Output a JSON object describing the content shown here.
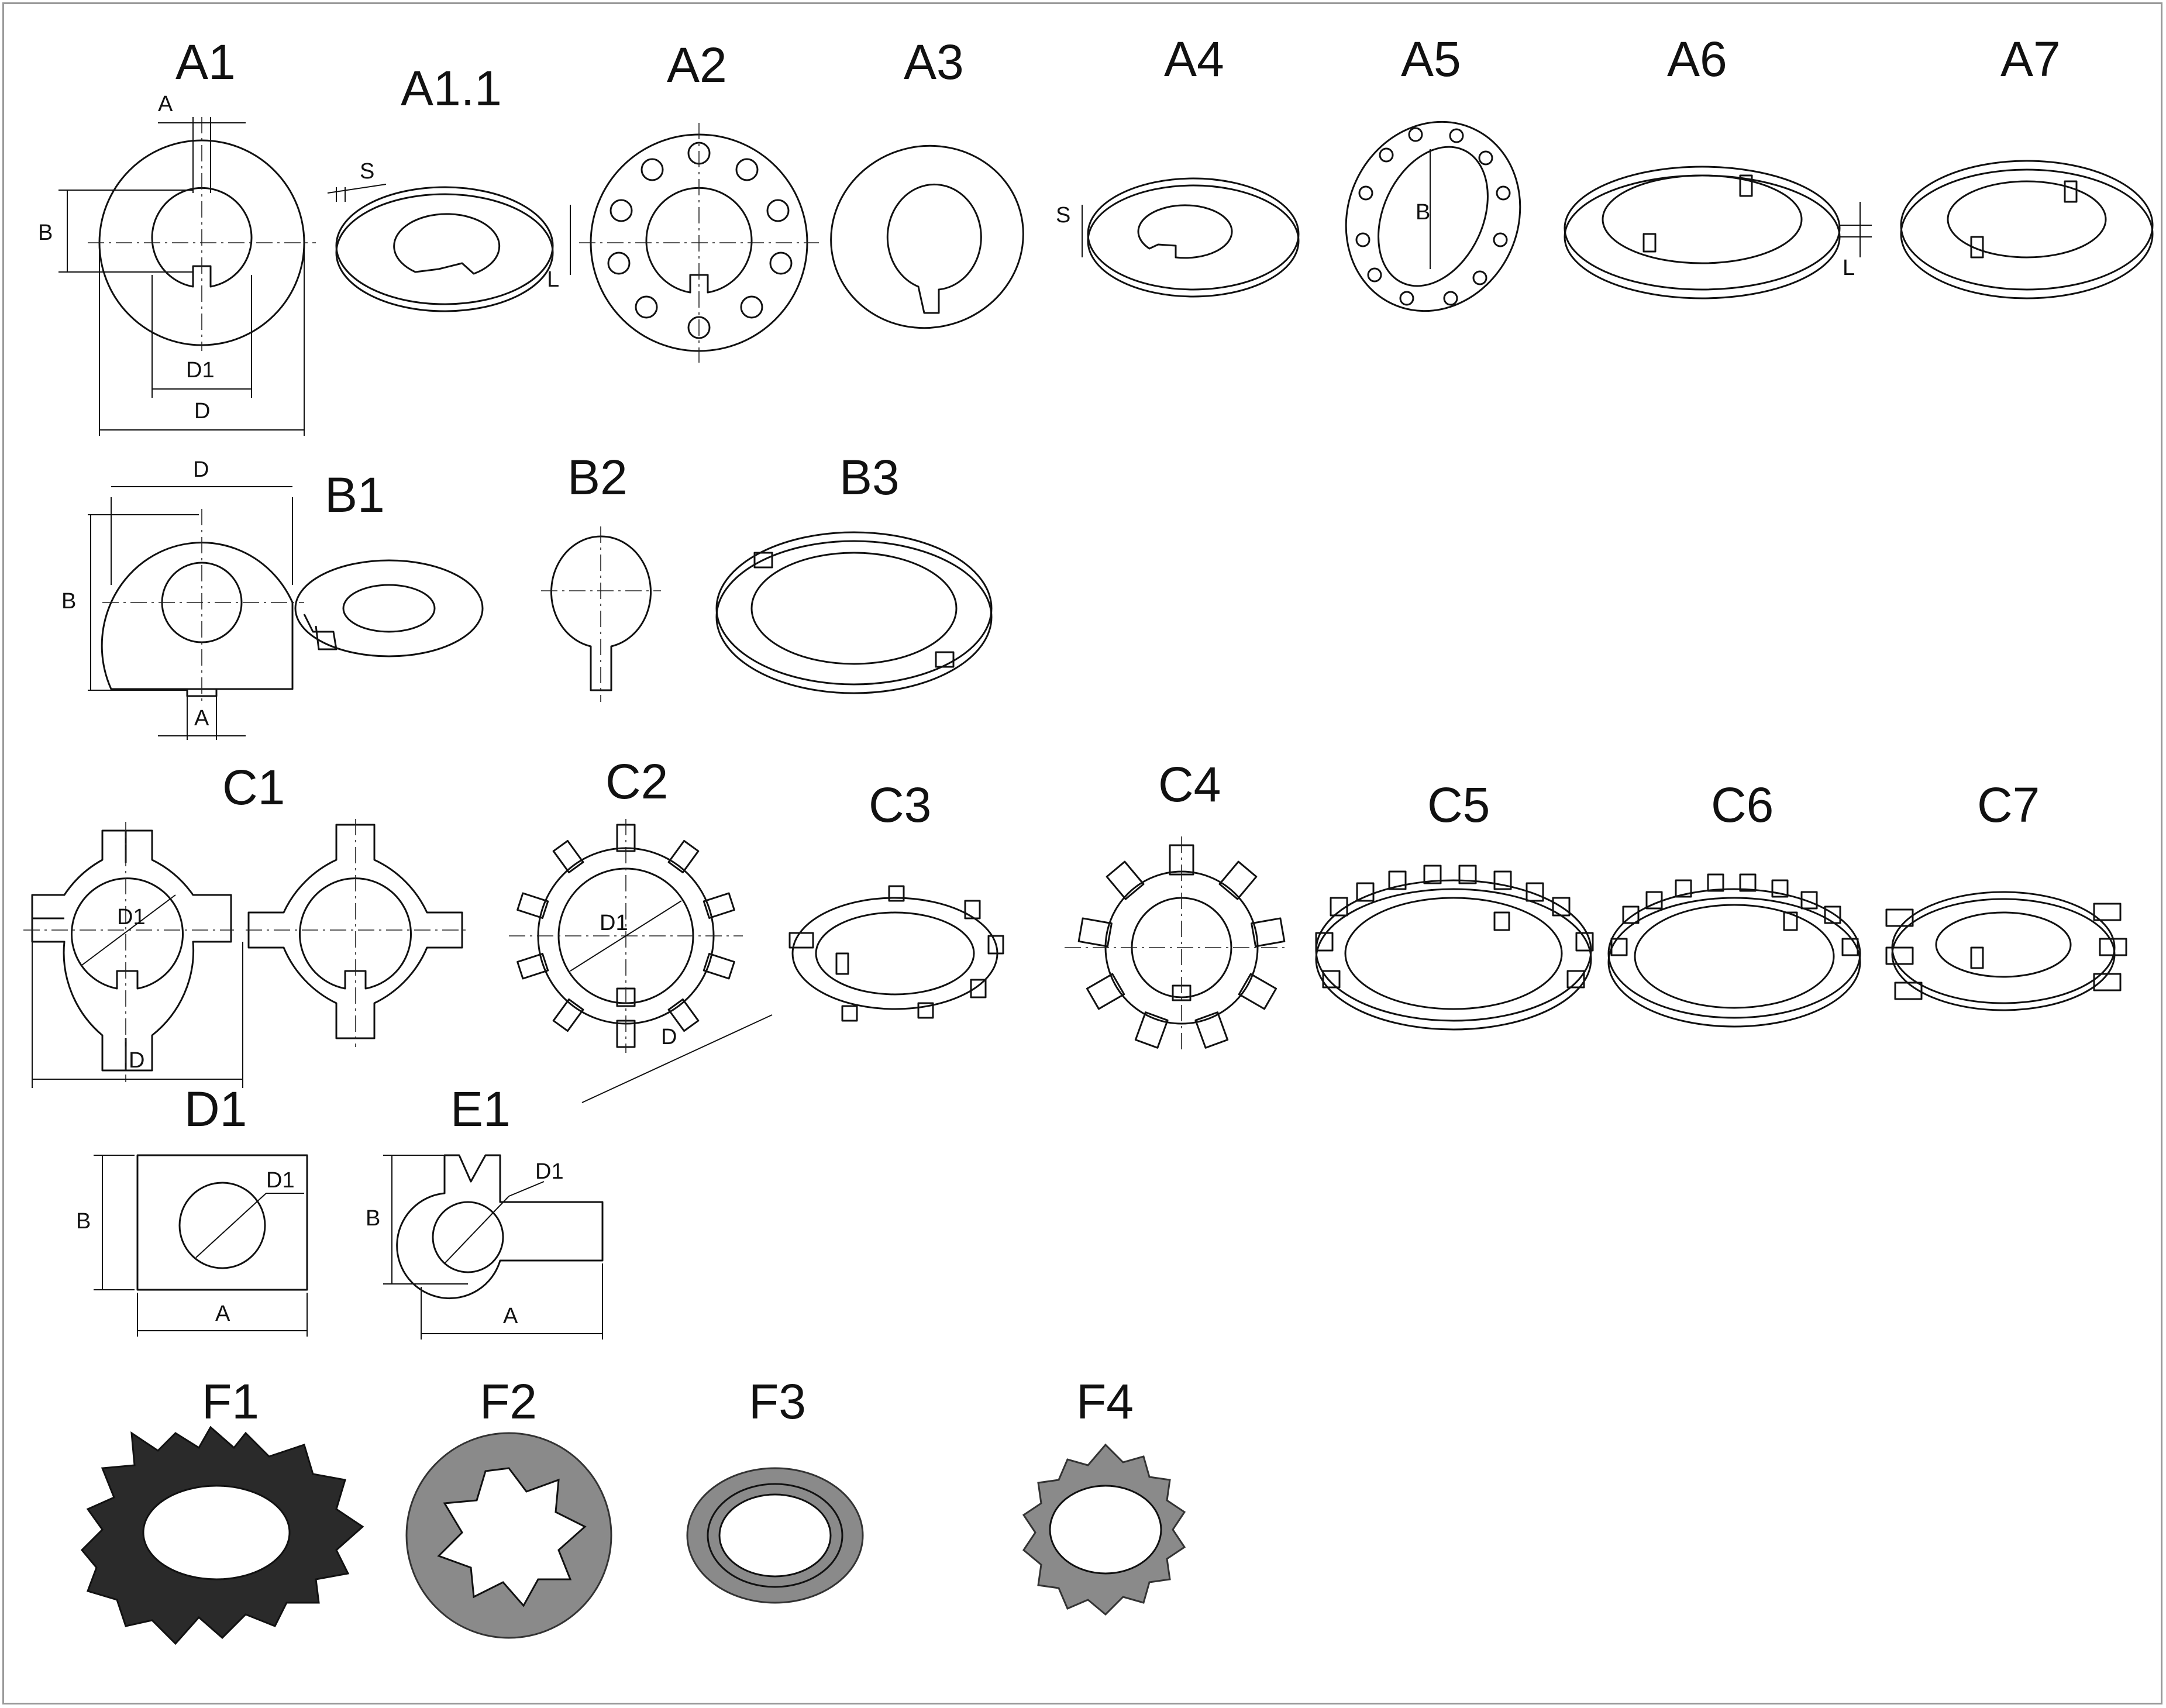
{
  "colors": {
    "line": "#111111",
    "frame": "#9a9a9a",
    "dark_washer": "#2a2a2a",
    "steel_washer": "#8a8a8a"
  },
  "labels": {
    "A1": "A1",
    "A1_1": "A1.1",
    "A2": "A2",
    "A3": "A3",
    "A4": "A4",
    "A5": "A5",
    "A6": "A6",
    "A7": "A7",
    "B1": "B1",
    "B2": "B2",
    "B3": "B3",
    "C1": "C1",
    "C2": "C2",
    "C3": "C3",
    "C4": "C4",
    "C5": "C5",
    "C6": "C6",
    "C7": "C7",
    "D1": "D1",
    "E1": "E1",
    "F1": "F1",
    "F2": "F2",
    "F3": "F3",
    "F4": "F4"
  },
  "dims": {
    "A": "A",
    "B": "B",
    "D": "D",
    "D1": "D1",
    "S": "S",
    "L": "L"
  }
}
